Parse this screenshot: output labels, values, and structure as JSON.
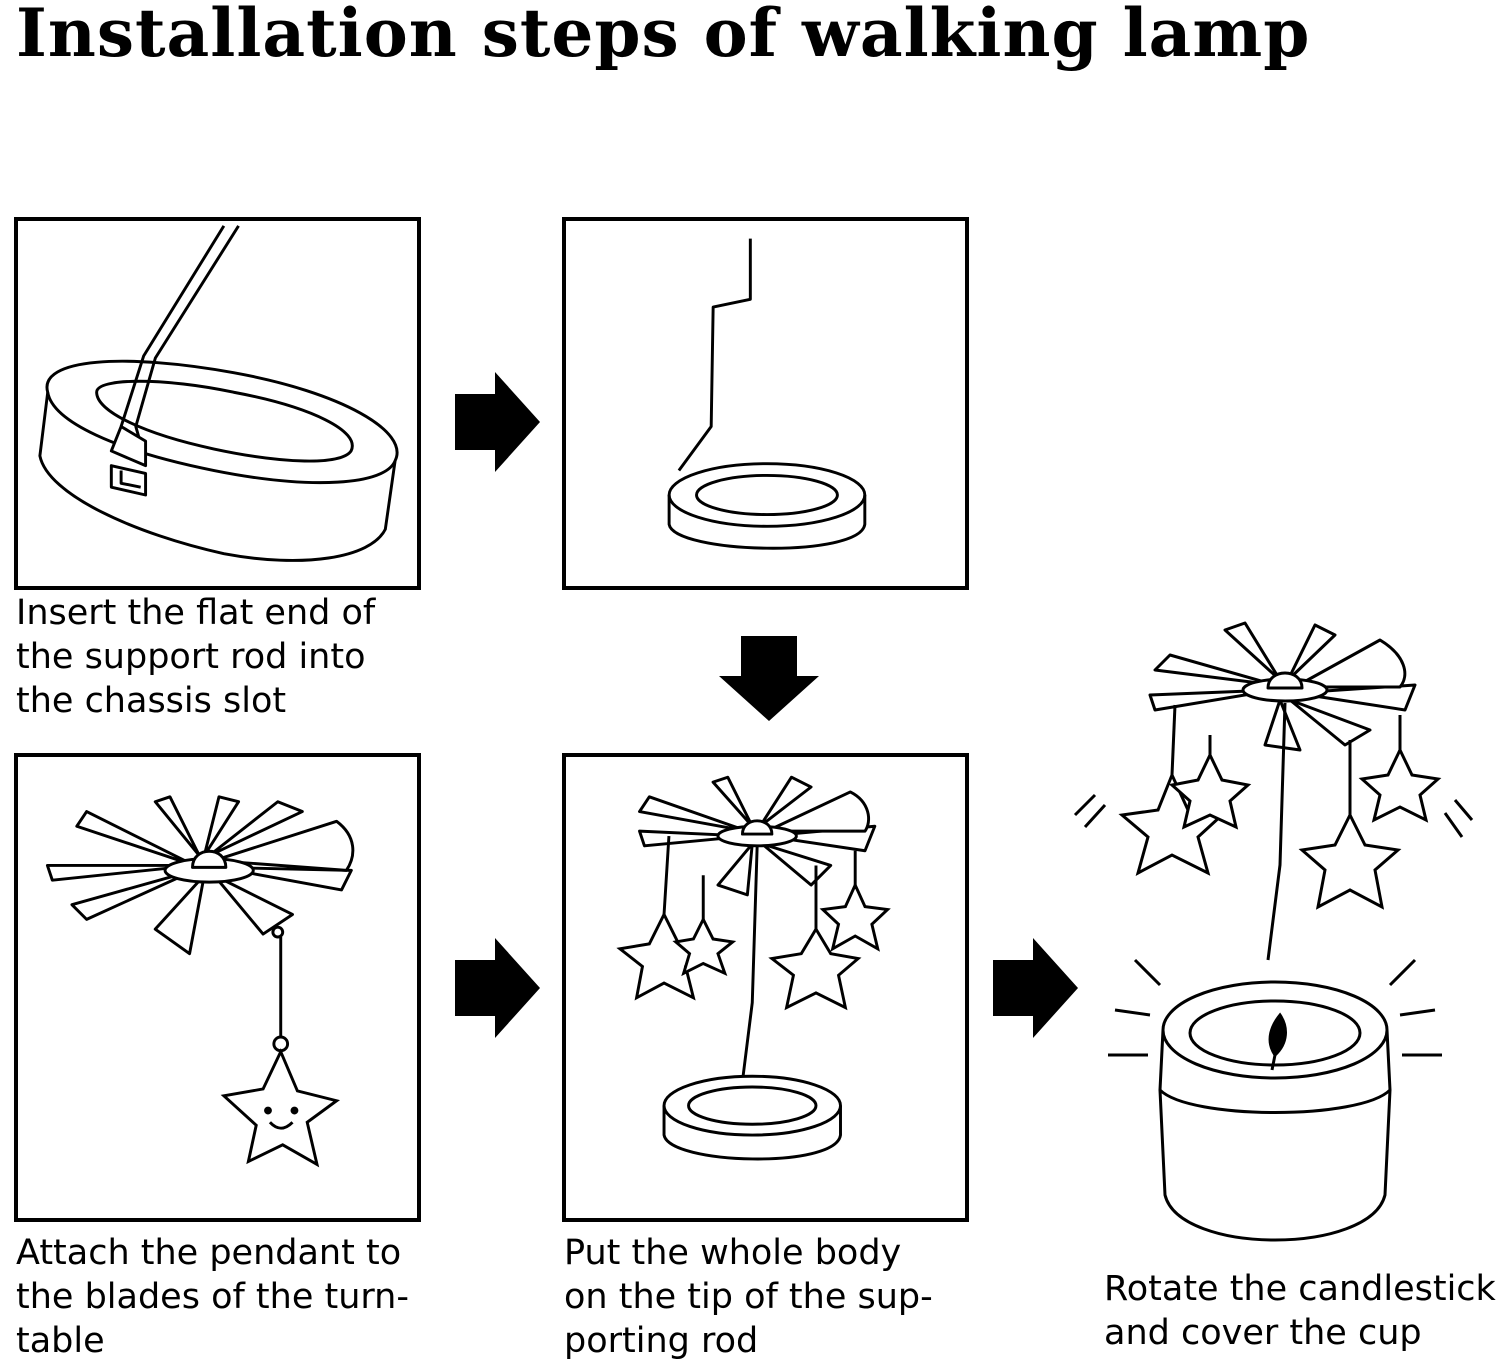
{
  "title": "Installation steps of walking lamp",
  "steps": [
    {
      "lines": [
        "Insert the flat end of",
        "the support rod into",
        "the chassis slot"
      ]
    },
    {
      "lines": [
        "Attach the pendant to",
        "the blades of the turn-",
        "table"
      ]
    },
    {
      "lines": [
        "Put the whole body",
        "on the tip of the sup-",
        "porting rod"
      ]
    },
    {
      "lines": [
        "Rotate the candlestick",
        "and cover the cup"
      ]
    }
  ]
}
